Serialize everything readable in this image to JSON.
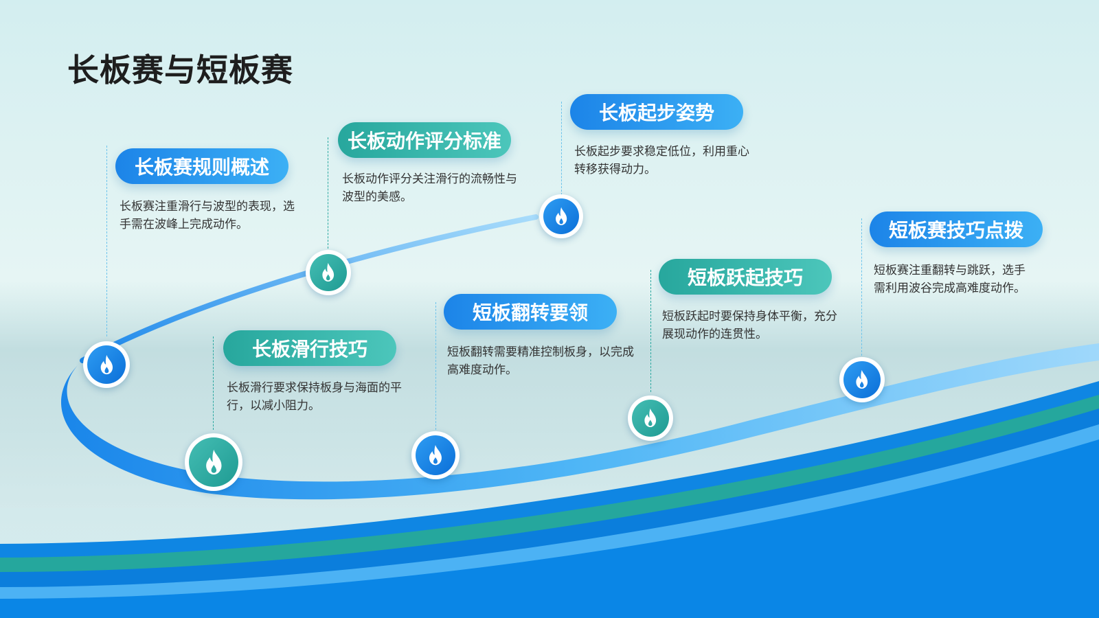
{
  "title": "长板赛与短板赛",
  "colors": {
    "primary_blue": "#1c84e8",
    "light_blue": "#3cb0f5",
    "teal": "#27a79d",
    "title_text": "#1e1e1e",
    "body_text": "#333333"
  },
  "items": [
    {
      "heading": "长板赛规则概述",
      "description": "长板赛注重滑行与波型的表现，选手需在波峰上完成动作。",
      "icon": "flame-icon",
      "accent": "blue"
    },
    {
      "heading": "长板滑行技巧",
      "description": "长板滑行要求保持板身与海面的平行，以减小阻力。",
      "icon": "flame-icon",
      "accent": "teal"
    },
    {
      "heading": "长板动作评分标准",
      "description": "长板动作评分关注滑行的流畅性与波型的美感。",
      "icon": "flame-icon",
      "accent": "teal"
    },
    {
      "heading": "短板翻转要领",
      "description": "短板翻转需要精准控制板身，以完成高难度动作。",
      "icon": "flame-icon",
      "accent": "blue"
    },
    {
      "heading": "长板起步姿势",
      "description": "长板起步要求稳定低位，利用重心转移获得动力。",
      "icon": "flame-icon",
      "accent": "blue"
    },
    {
      "heading": "短板跃起技巧",
      "description": "短板跃起时要保持身体平衡，充分展现动作的连贯性。",
      "icon": "flame-icon",
      "accent": "teal"
    },
    {
      "heading": "短板赛技巧点拨",
      "description": "短板赛注重翻转与跳跃，选手需利用波谷完成高难度动作。",
      "icon": "flame-icon",
      "accent": "blue"
    }
  ]
}
